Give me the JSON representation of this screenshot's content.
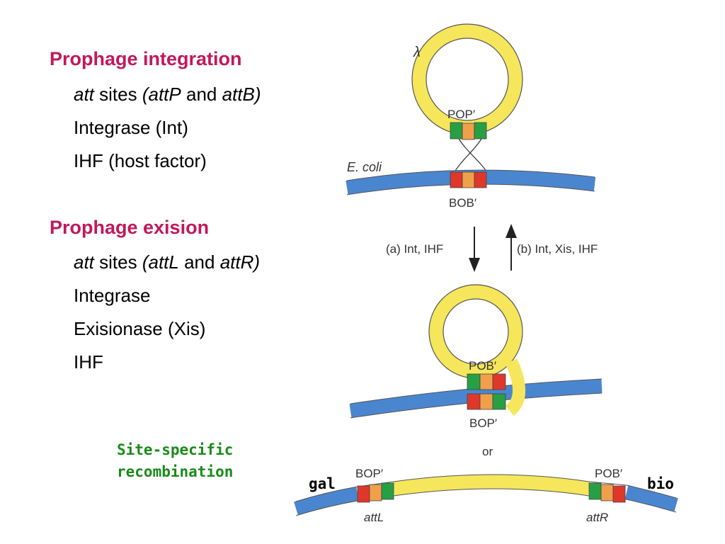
{
  "colors": {
    "heading": "#c2185b",
    "note": "#1a8a1a",
    "dna_blue": "#4a86cf",
    "phage_yellow": "#f5e65c",
    "site_red": "#e0372b",
    "site_orange": "#f0a04b",
    "site_green": "#27a043"
  },
  "integration": {
    "heading": "Prophage integration",
    "att_sites": {
      "italic1": "att",
      "text1": " sites ",
      "italic2": "(attP",
      "text2": " and ",
      "italic3": "attB)"
    },
    "item2": "Integrase (Int)",
    "item3": "IHF (host factor)"
  },
  "exision": {
    "heading": "Prophage exision",
    "att_sites": {
      "italic1": "att",
      "text1": " sites ",
      "italic2": "(attL",
      "text2": " and ",
      "italic3": "attR)"
    },
    "item2": "Integrase",
    "item3": "Exisionase (Xis)",
    "item4": "IHF"
  },
  "note": {
    "line1": "Site-specific",
    "line2": "recombination"
  },
  "diagram": {
    "lambda": "λ",
    "pop": "POP′",
    "ecoli": "E. coli",
    "bob": "BOB′",
    "arrow_a": "(a) Int, IHF",
    "arrow_b": "(b) Int, Xis, IHF",
    "pob_mid": "POB′",
    "bop_mid": "BOP′",
    "or": "or",
    "gal": "gal",
    "bio": "bio",
    "bop_bottom": "BOP′",
    "pob_bottom": "POB′",
    "attl": "attL",
    "attr": "attR"
  }
}
